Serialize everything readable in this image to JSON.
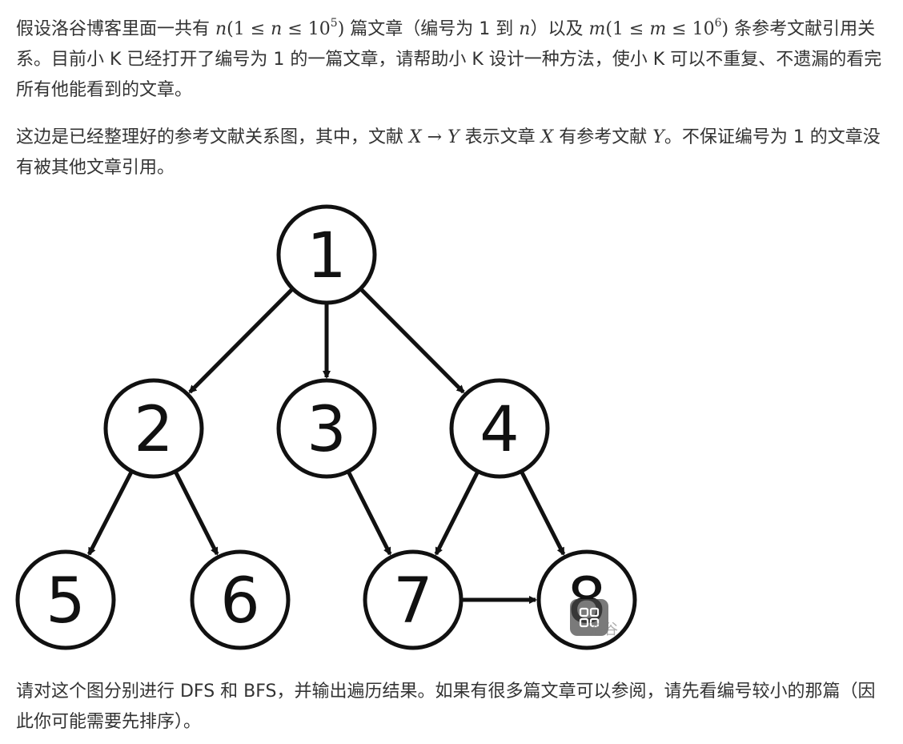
{
  "paragraphs": {
    "p1": {
      "t1": "假设洛谷博客里面一共有 ",
      "m1": "n",
      "m1b": "(1 ≤ ",
      "m1c": "n",
      "m1d": " ≤ 10",
      "m1e": "5",
      "m1f": ")",
      "t2": " 篇文章（编号为 1 到 ",
      "m2": "n",
      "t3": "）以及 ",
      "m3": "m",
      "m3b": "(1 ≤ ",
      "m3c": "m",
      "m3d": " ≤ 10",
      "m3e": "6",
      "m3f": ")",
      "t4": " 条参考文献引用关系。目前小 K 已经打开了编号为 1 的一篇文章，请帮助小 K 设计一种方法，使小 K 可以不重复、不遗漏的看完所有他能看到的文章。"
    },
    "p2": {
      "t1": "这边是已经整理好的参考文献关系图，其中，文献 ",
      "m1": "X",
      "m1b": " → ",
      "m1c": "Y",
      "t2": " 表示文章 ",
      "m2": "X",
      "t3": " 有参考文献 ",
      "m3": "Y",
      "t4": "。不保证编号为 1 的文章没有被其他文章引用。"
    },
    "p3": {
      "t1": "请对这个图分别进行 DFS 和 BFS，并输出遍历结果。如果有很多篇文章可以参阅，请先看编号较小的那篇（因此你可能需要先排序）。"
    }
  },
  "graph": {
    "nodes": [
      {
        "id": "1",
        "label": "1"
      },
      {
        "id": "2",
        "label": "2"
      },
      {
        "id": "3",
        "label": "3"
      },
      {
        "id": "4",
        "label": "4"
      },
      {
        "id": "5",
        "label": "5"
      },
      {
        "id": "6",
        "label": "6"
      },
      {
        "id": "7",
        "label": "7"
      },
      {
        "id": "8",
        "label": "8"
      }
    ],
    "edges": [
      [
        "1",
        "2"
      ],
      [
        "1",
        "3"
      ],
      [
        "1",
        "4"
      ],
      [
        "2",
        "5"
      ],
      [
        "2",
        "6"
      ],
      [
        "3",
        "7"
      ],
      [
        "4",
        "7"
      ],
      [
        "4",
        "8"
      ],
      [
        "7",
        "8"
      ]
    ]
  },
  "watermark": {
    "icon": "qr-grid-icon",
    "text": "洛谷"
  }
}
